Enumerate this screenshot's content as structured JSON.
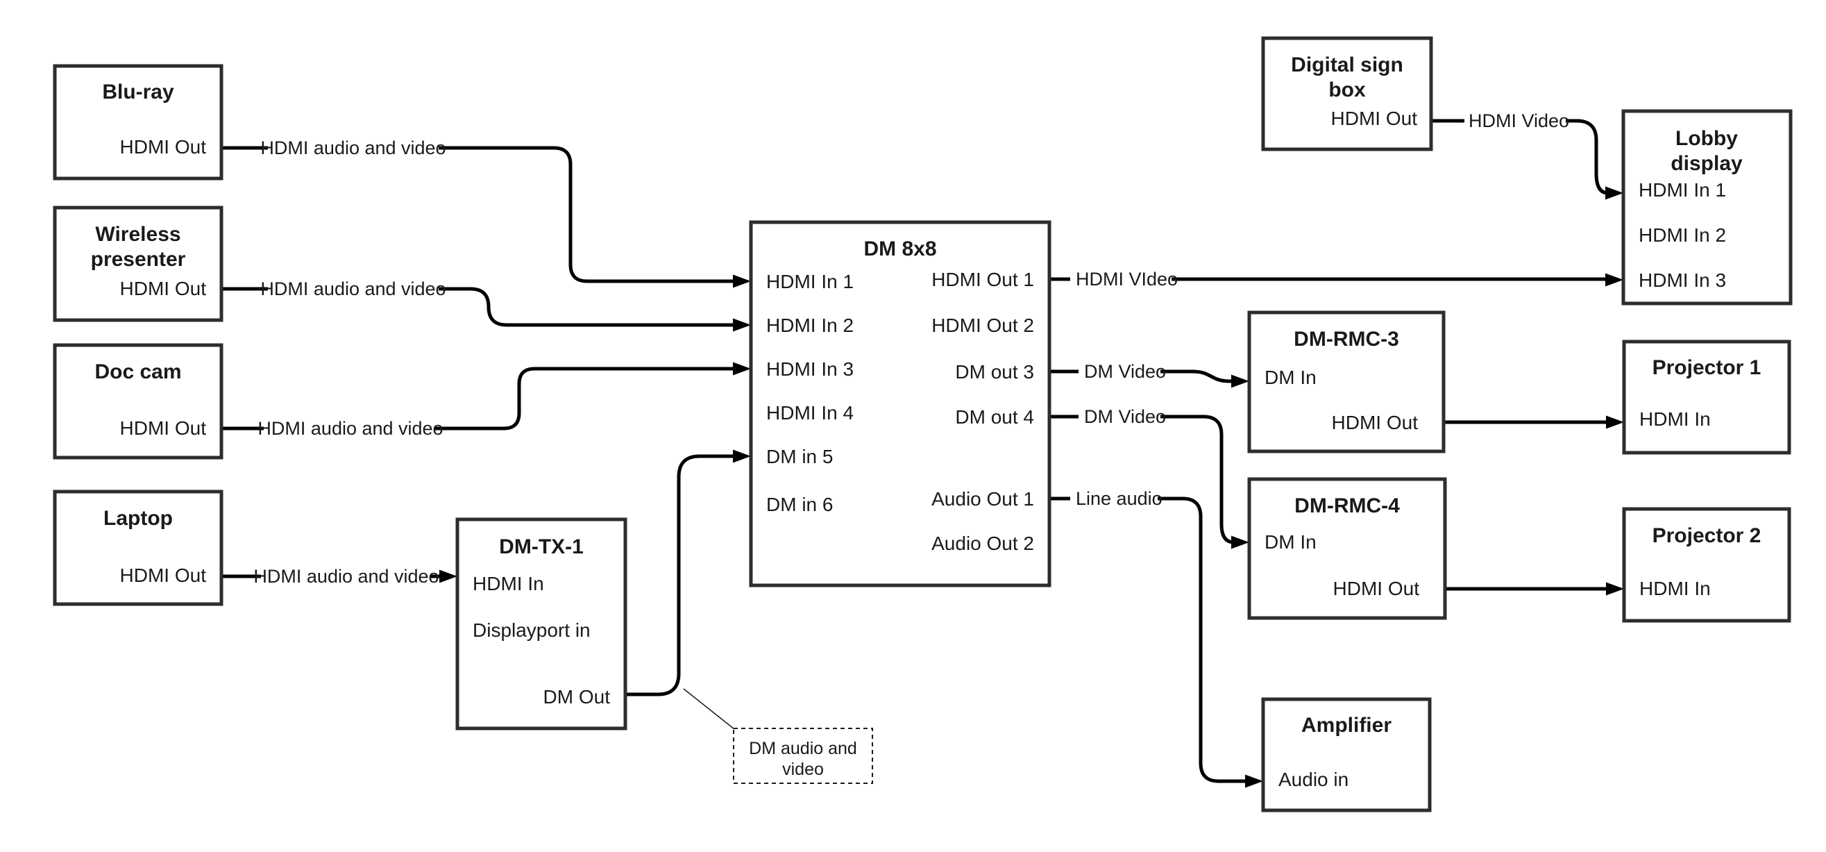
{
  "diagram": {
    "nodes": {
      "bluray": {
        "title": "Blu-ray",
        "port_hdmi_out": "HDMI Out"
      },
      "wireless": {
        "title1": "Wireless",
        "title2": "presenter",
        "port_hdmi_out": "HDMI Out"
      },
      "doccam": {
        "title": "Doc cam",
        "port_hdmi_out": "HDMI Out"
      },
      "laptop": {
        "title": "Laptop",
        "port_hdmi_out": "HDMI Out"
      },
      "dmtx1": {
        "title": "DM-TX-1",
        "port_hdmi_in": "HDMI In",
        "port_dp_in": "Displayport in",
        "port_dm_out": "DM Out"
      },
      "dm8x8": {
        "title": "DM 8x8",
        "port_in1": "HDMI In 1",
        "port_in2": "HDMI In 2",
        "port_in3": "HDMI In 3",
        "port_in4": "HDMI In 4",
        "port_in5": "DM in 5",
        "port_in6": "DM in 6",
        "port_out1": "HDMI Out 1",
        "port_out2": "HDMI Out 2",
        "port_out3": "DM out 3",
        "port_out4": "DM out 4",
        "port_aout1": "Audio Out 1",
        "port_aout2": "Audio Out 2"
      },
      "digital_sign": {
        "title1": "Digital sign",
        "title2": "box",
        "port_hdmi_out": "HDMI Out"
      },
      "lobby": {
        "title1": "Lobby",
        "title2": "display",
        "port_in1": "HDMI In 1",
        "port_in2": "HDMI In 2",
        "port_in3": "HDMI In 3"
      },
      "dmrmc3": {
        "title": "DM-RMC-3",
        "port_dm_in": "DM In",
        "port_hdmi_out": "HDMI Out"
      },
      "proj1": {
        "title": "Projector 1",
        "port_hdmi_in": "HDMI In"
      },
      "dmrmc4": {
        "title": "DM-RMC-4",
        "port_dm_in": "DM In",
        "port_hdmi_out": "HDMI Out"
      },
      "proj2": {
        "title": "Projector 2",
        "port_hdmi_in": "HDMI In"
      },
      "amplifier": {
        "title": "Amplifier",
        "port_audio_in": "Audio in"
      }
    },
    "wires": {
      "bluray_to_dm8x8": "HDMI audio and video",
      "wireless_to_dm8x8": "HDMI audio and video",
      "doccam_to_dm8x8": "HDMI audio and video",
      "laptop_to_dmtx1": "HDMI audio and video",
      "dmtx1_to_dm8x8": "",
      "hdmi_out1_to_lobby": "HDMI VIdeo",
      "dm_out3_to_dmrmc3": "DM Video",
      "dm_out4_to_dmrmc4": "DM Video",
      "audio_out1_to_amplifier": "Line audio",
      "digital_sign_to_lobby": "HDMI Video",
      "dmrmc3_to_proj1": "",
      "dmrmc4_to_proj2": ""
    },
    "callout": {
      "line1": "DM audio and",
      "line2": "video"
    },
    "colors": {
      "wire": "#000000",
      "node_border": "#2d2d2d",
      "text": "#1a1a1a",
      "background": "#ffffff"
    }
  }
}
